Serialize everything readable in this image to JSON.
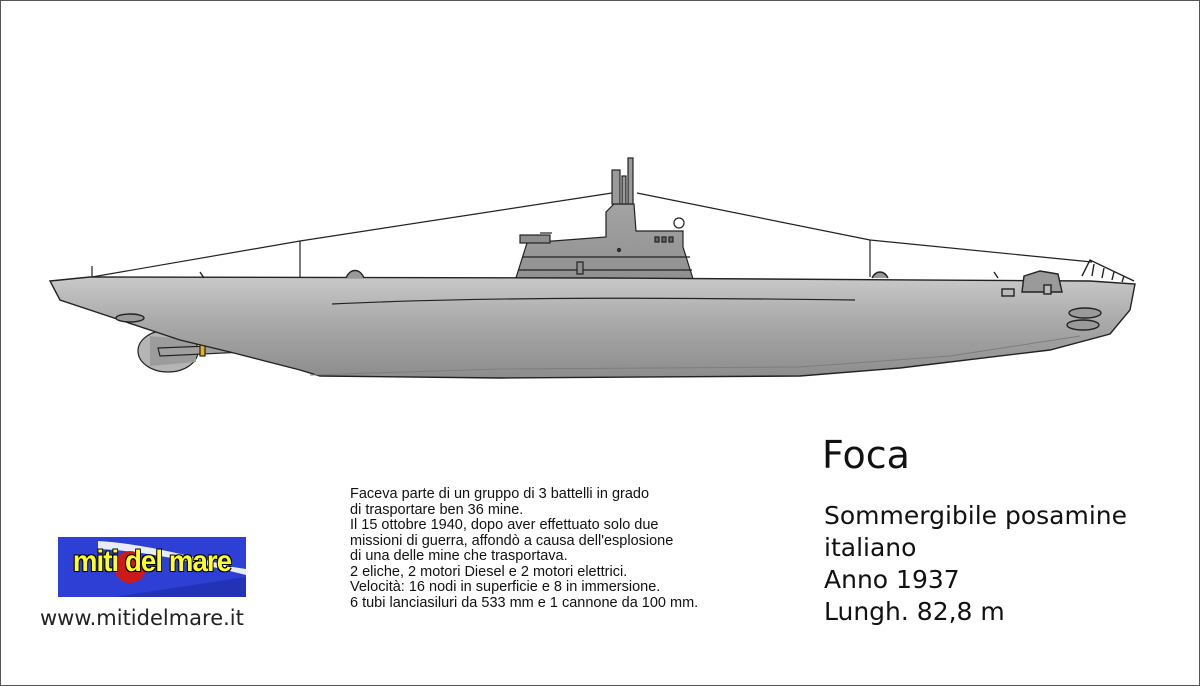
{
  "title": "Foca",
  "specs": [
    "Sommergibile posamine",
    "italiano",
    "Anno 1937",
    "Lungh. 82,8 m"
  ],
  "description": [
    "Faceva parte di un gruppo di 3 battelli in grado",
    "di trasportare ben 36 mine.",
    "Il 15 ottobre 1940, dopo aver effettuato solo due",
    "missioni di guerra, affondò a causa dell'esplosione",
    "di una delle mine che trasportava.",
    "2 eliche, 2 motori Diesel e 2 motori elettrici.",
    "Velocità: 16 nodi in superficie e 8 in immersione.",
    "6 tubi lanciasiluri da 533 mm e 1 cannone da 100 mm."
  ],
  "logo": {
    "text": "miti del mare"
  },
  "website": "www.mitidelmare.it",
  "colors": {
    "hull": "#a8a8a8",
    "logo_background": "#2d3fd4",
    "logo_text": "#ffff2a",
    "logo_accent": "#cc1a1a",
    "propeller_fitting": "#e8b020"
  }
}
